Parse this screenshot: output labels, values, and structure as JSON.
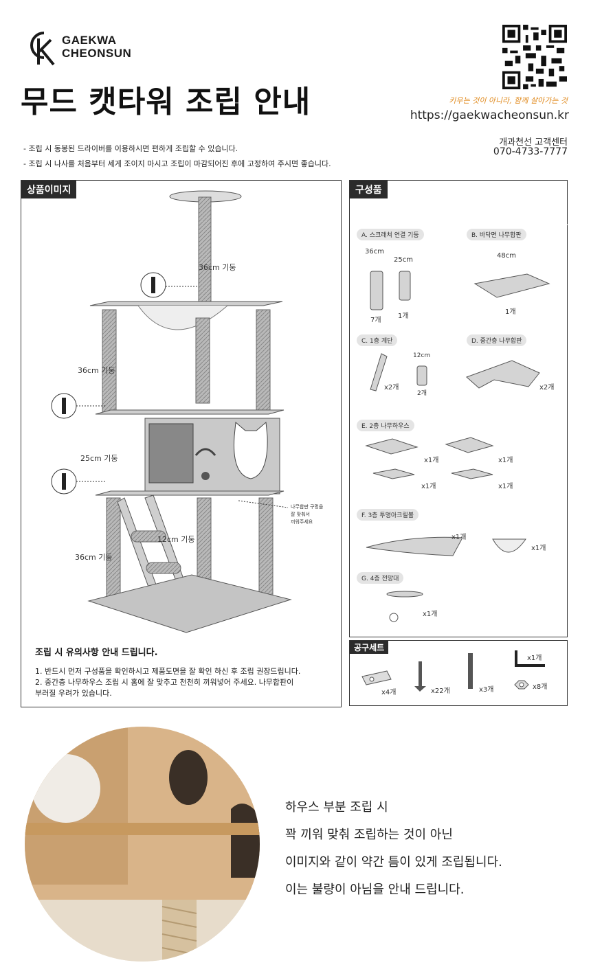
{
  "brand": {
    "mark": "GK",
    "line1": "GAEKWA",
    "line2": "CHEONSUN"
  },
  "title": "무드 캣타워 조립 안내",
  "slogan": "키우는 것이 아니라, 함께 살아가는 것",
  "url": "https://gaekwacheonsun.kr",
  "customer_center": {
    "name": "개과천선 고객센터",
    "phone": "070-4733-7777"
  },
  "notes": [
    "-  조립 시 동봉된 드라이버를 이용하시면 편하게 조립할 수 있습니다.",
    "-  조립 시 나사를 처음부터 세게 조이지 마시고 조립이 마감되어진 후에 고정하여 주시면 좋습니다."
  ],
  "product_panel": {
    "title": "상품이미지",
    "labels": {
      "top_post": "36cm 기둥",
      "mid_post": "36cm 기둥",
      "post25": "25cm 기둥",
      "step": "12cm 기둥",
      "bottom_post": "36cm 기둥"
    },
    "callout": [
      "나무합판 구멍을",
      "잘 맞춰서",
      "끼워주세요"
    ],
    "notice_title": "조립 시 유의사항 안내 드립니다.",
    "notice": [
      "1.  반드시 먼저 구성품을 확인하시고 제품도면을 잘 확인 하신 후 조립 권장드립니다.",
      "2.  중간층 나무하우스 조립 시 홈에 잘 맞추고 천천히 끼워넣어 주세요. 나무합판이",
      "     부러질 우려가 있습니다."
    ]
  },
  "components": {
    "title": "구성품",
    "a": {
      "label": "A.  스크래쳐 연결 기둥",
      "size1": "36cm",
      "size2": "25cm",
      "qty1": "7개",
      "qty2": "1개"
    },
    "b": {
      "label": "B. 바닥면 나무합판",
      "size": "48cm",
      "qty": "1개"
    },
    "c": {
      "label": "C. 1층 계단",
      "size": "12cm",
      "qty1": "x2개",
      "qty2": "2개"
    },
    "d": {
      "label": "D. 중간층 나무합판",
      "qty": "x2개"
    },
    "e": {
      "label": "E. 2층 나무하우스",
      "qty": [
        "x1개",
        "x1개",
        "x1개",
        "x1개"
      ]
    },
    "f": {
      "label": "F. 3층 투명아크릴볼",
      "qty1": "x1개",
      "qty2": "x1개"
    },
    "g": {
      "label": "G. 4층 전망대",
      "qty": "x1개"
    }
  },
  "tools": {
    "title": "공구세트",
    "bracket_qty": "x4개",
    "screw_qty": "x22개",
    "bolt_qty": "x3개",
    "wrench_qty": "x1개",
    "nut_qty": "x8개"
  },
  "photo_text": [
    "하우스 부분 조립 시",
    "꽉 끼워 맞춰 조립하는 것이 아닌",
    "이미지와 같이 약간 틈이 있게 조립됩니다.",
    "이는 불량이 아님을 안내 드립니다."
  ],
  "colors": {
    "accent": "#e08a1e",
    "dark": "#2b2b2b",
    "wood": "#d6b48a"
  }
}
